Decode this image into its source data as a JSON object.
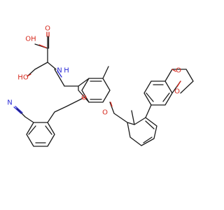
{
  "structure": {
    "atoms": {
      "acid_oh": "OH",
      "acid_o": "O",
      "side_oh": "HO",
      "amine": "N",
      "amine_h": "H",
      "ether_o_left": "O",
      "ether_o_right": "O",
      "nitrile_n": "N",
      "dioxane_o_top": "O",
      "dioxane_o_bottom": "O"
    },
    "colors": {
      "carbon_bond": "#1a1a1a",
      "oxygen": "#d62a1e",
      "nitrogen": "#2a2ad6"
    }
  }
}
